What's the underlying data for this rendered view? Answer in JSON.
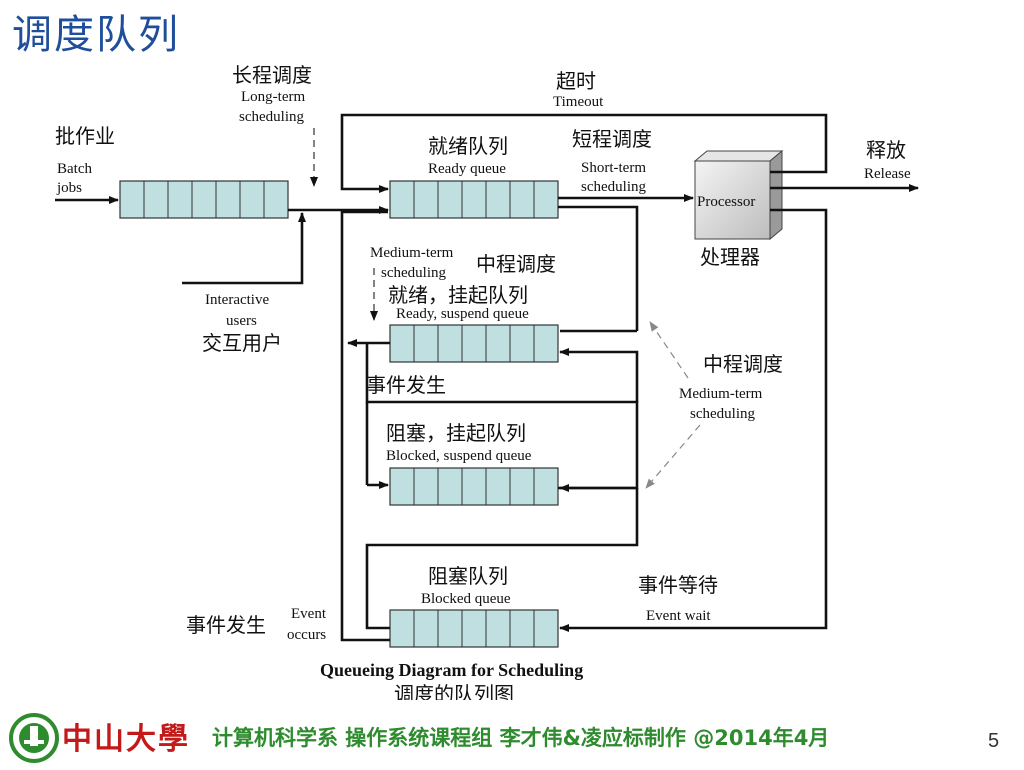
{
  "slide": {
    "title": "调度队列",
    "page_number": "5"
  },
  "diagram": {
    "caption_en": "Queueing Diagram for Scheduling",
    "caption_zh": "调度的队列图",
    "long_term_zh": "长程调度",
    "long_term_en_1": "Long-term",
    "long_term_en_2": "scheduling",
    "timeout_zh": "超时",
    "timeout_en": "Timeout",
    "batch_zh": "批作业",
    "batch_en_1": "Batch",
    "batch_en_2": "jobs",
    "ready_queue_zh": "就绪队列",
    "ready_queue_en": "Ready queue",
    "short_term_zh": "短程调度",
    "short_term_en_1": "Short-term",
    "short_term_en_2": "scheduling",
    "release_zh": "释放",
    "release_en": "Release",
    "processor_en": "Processor",
    "processor_zh": "处理器",
    "medium_term_left_en_1": "Medium-term",
    "medium_term_left_en_2": "scheduling",
    "medium_term_left_zh": "中程调度",
    "ready_suspend_zh": "就绪，挂起队列",
    "ready_suspend_en": "Ready, suspend queue",
    "interactive_en_1": "Interactive",
    "interactive_en_2": "users",
    "interactive_zh": "交互用户",
    "medium_term_right_zh": "中程调度",
    "medium_term_right_en_1": "Medium-term",
    "medium_term_right_en_2": "scheduling",
    "event_occurs_zh_mid": "事件发生",
    "blocked_suspend_zh": "阻塞，挂起队列",
    "blocked_suspend_en": "Blocked, suspend queue",
    "blocked_queue_zh": "阻塞队列",
    "blocked_queue_en": "Blocked queue",
    "event_wait_zh": "事件等待",
    "event_wait_en": "Event wait",
    "event_occurs_zh": "事件发生",
    "event_occurs_en_1": "Event",
    "event_occurs_en_2": "occurs"
  },
  "footer": {
    "logo_text": "中山大學",
    "credits": "计算机科学系  操作系统课程组  李才伟&凌应标制作  @2014年4月"
  },
  "colors": {
    "title": "#1f4e9a",
    "queue_fill": "#bfdfe0",
    "footer_text": "#2e8b2e",
    "logo_red": "#c41919"
  }
}
